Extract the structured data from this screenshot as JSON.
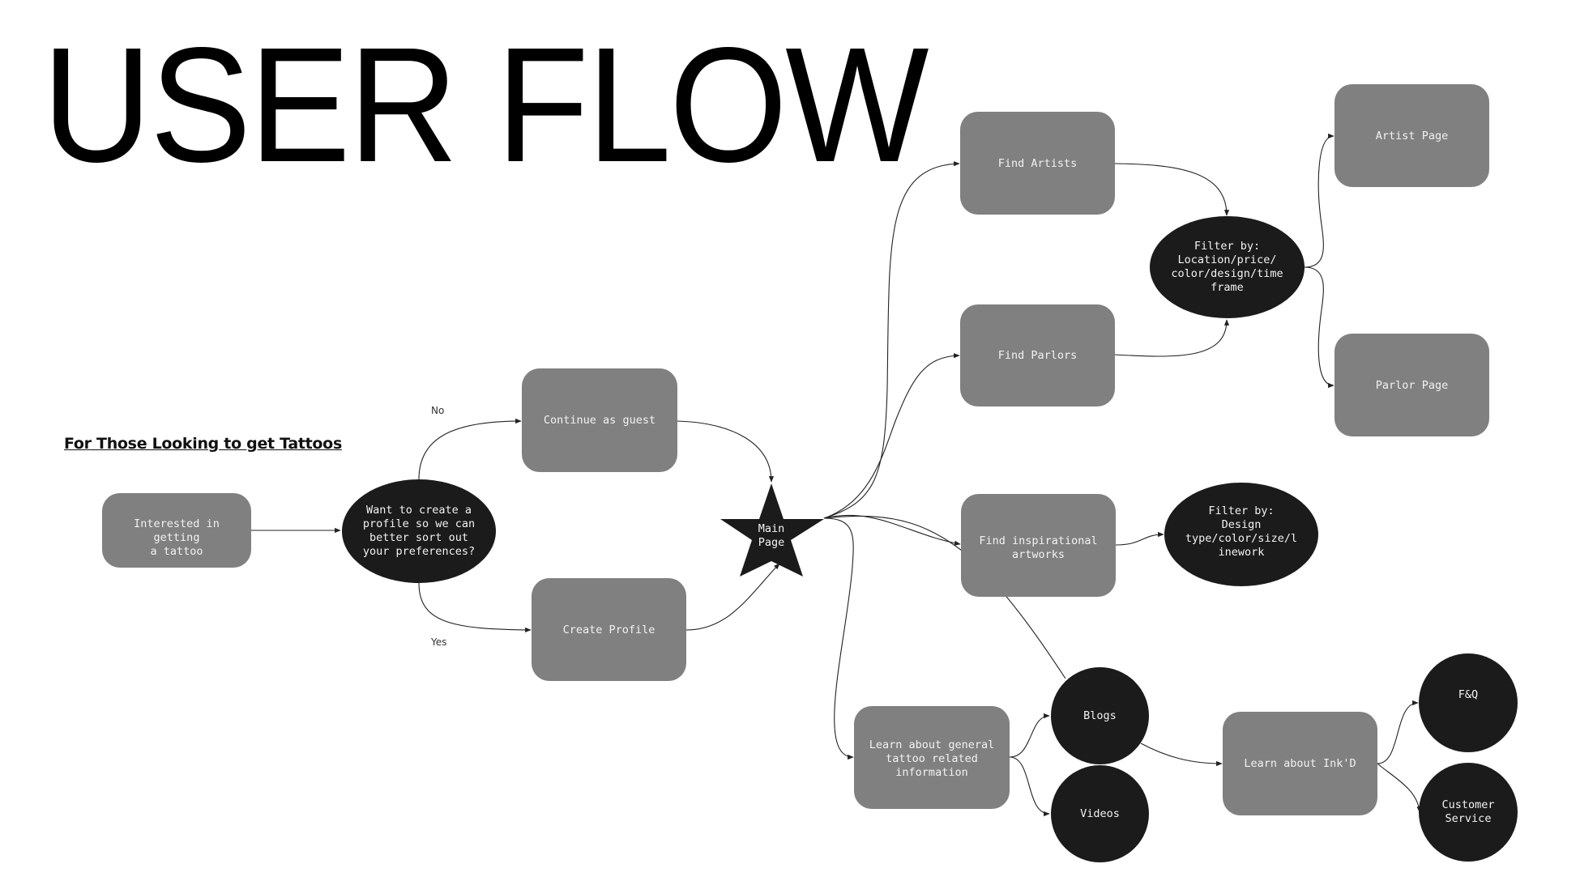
{
  "title": "USER FLOW",
  "subtitle": "For Those Looking to get Tattoos",
  "edge_labels": {
    "no": "No",
    "yes": "Yes"
  },
  "colors": {
    "process_box": "#808080",
    "decision_fill": "#1b1b1b",
    "node_text": "#f2f2f2",
    "edge": "#222222"
  },
  "nodes": {
    "interested": "Interested in getting\na tattoo",
    "decision": "Want to create a\nprofile so we can\nbetter sort out\nyour preferences?",
    "guest": "Continue as guest",
    "create_profile": "Create Profile",
    "main_page": "Main\nPage",
    "find_artists": "Find Artists",
    "find_parlors": "Find Parlors",
    "filter_artists_parlors": "Filter by:\nLocation/price/\ncolor/design/time\nframe",
    "artist_page": "Artist Page",
    "parlor_page": "Parlor Page",
    "find_inspiration": "Find inspirational\nartworks",
    "filter_artworks": "Filter by:\nDesign\ntype/color/size/l\ninework",
    "learn_general": "Learn about general\ntattoo related\ninformation",
    "blogs": "Blogs",
    "videos": "Videos",
    "learn_inkd": "Learn about Ink'D",
    "faq": "F&Q",
    "customer_service": "Customer\nService"
  },
  "edges": [
    {
      "from": "interested",
      "to": "decision"
    },
    {
      "from": "decision",
      "to": "guest",
      "label": "No"
    },
    {
      "from": "decision",
      "to": "create_profile",
      "label": "Yes"
    },
    {
      "from": "guest",
      "to": "main_page"
    },
    {
      "from": "create_profile",
      "to": "main_page"
    },
    {
      "from": "main_page",
      "to": "find_artists"
    },
    {
      "from": "main_page",
      "to": "find_parlors"
    },
    {
      "from": "main_page",
      "to": "find_inspiration"
    },
    {
      "from": "main_page",
      "to": "learn_general"
    },
    {
      "from": "main_page",
      "to": "blogs"
    },
    {
      "from": "find_artists",
      "to": "filter_artists_parlors"
    },
    {
      "from": "find_parlors",
      "to": "filter_artists_parlors"
    },
    {
      "from": "filter_artists_parlors",
      "to": "artist_page"
    },
    {
      "from": "filter_artists_parlors",
      "to": "parlor_page"
    },
    {
      "from": "find_inspiration",
      "to": "filter_artworks"
    },
    {
      "from": "learn_general",
      "to": "blogs"
    },
    {
      "from": "learn_general",
      "to": "videos"
    },
    {
      "from": "blogs",
      "to": "learn_inkd"
    },
    {
      "from": "learn_inkd",
      "to": "faq"
    },
    {
      "from": "learn_inkd",
      "to": "customer_service"
    }
  ]
}
